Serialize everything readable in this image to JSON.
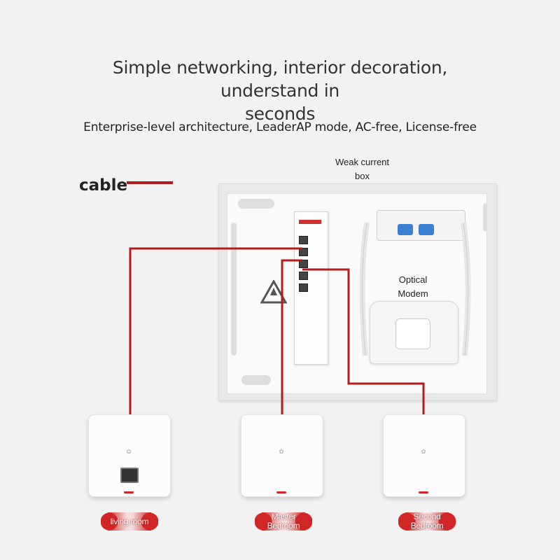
{
  "headline": {
    "line1": "Simple networking, interior decoration, understand in",
    "line2": "seconds"
  },
  "subheadline": "Enterprise-level architecture, LeaderAP mode, AC-free, License-free",
  "legend": {
    "label": "cable",
    "color": "#b41c1c"
  },
  "box_label": {
    "line1": "Weak current",
    "line2": "box"
  },
  "modem_label": {
    "line1": "Optical",
    "line2": "Modem"
  },
  "rooms": [
    {
      "line1": "living room",
      "line2": ""
    },
    {
      "line1": "Master",
      "line2": "Bedroom"
    },
    {
      "line1": "Second",
      "line2": "Bedroom"
    }
  ],
  "colors": {
    "accent": "#d02626",
    "background": "#f2f2f2"
  }
}
